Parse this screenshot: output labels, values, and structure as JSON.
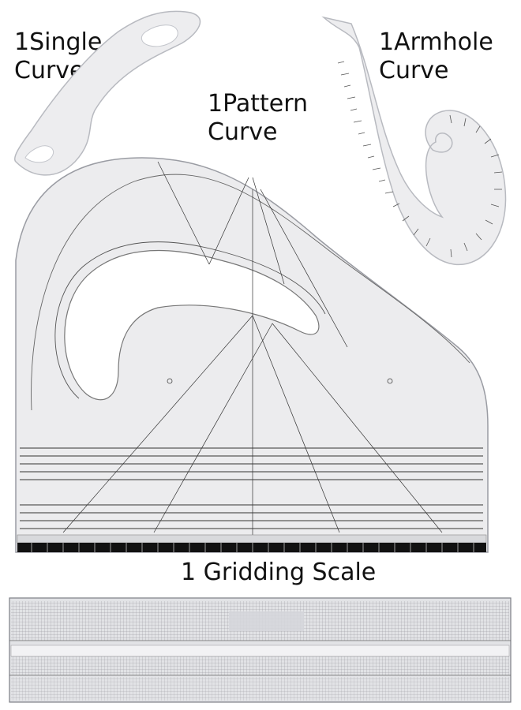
{
  "labels": {
    "single_line1": "1Single",
    "single_line2": "Curve",
    "armhole_line1": "1Armhole",
    "armhole_line2": "Curve",
    "pattern_line1": "1Pattern",
    "pattern_line2": "Curve",
    "gridding": "1 Gridding Scale"
  },
  "colors": {
    "background": "#ffffff",
    "ruler_fill": "#ececee",
    "ruler_stroke": "#9a9ca3",
    "ink": "#1a1a1a"
  }
}
